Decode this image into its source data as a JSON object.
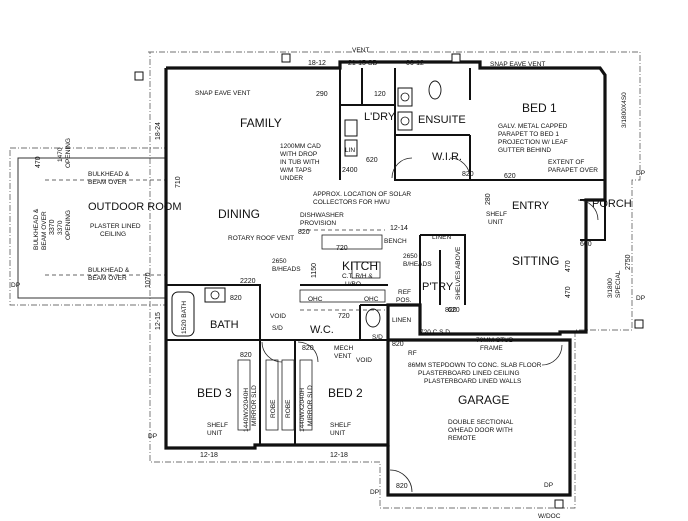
{
  "rooms": {
    "family": "FAMILY",
    "dining": "DINING",
    "kitch": "KITCH",
    "bed1": "BED 1",
    "ensuite": "ENSUITE",
    "ldry": "L'DRY",
    "wir": "W.I.R.",
    "entry": "ENTRY",
    "sitting": "SITTING",
    "porch": "PORCH",
    "outdoor_room": "OUTDOOR ROOM",
    "bath": "BATH",
    "bed3": "BED 3",
    "bed2": "BED 2",
    "wc": "W.C.",
    "ptry": "P'TRY",
    "garage": "GARAGE"
  },
  "notes": {
    "snap_eave_vent_left": "SNAP EAVE VENT",
    "snap_eave_vent_right": "SNAP EAVE VENT",
    "vent_top": "VENT",
    "parapet": [
      "GALV. METAL CAPPED",
      "PARAPET TO BED 1",
      "PROJECTION W/ LEAF",
      "GUTTER BEHIND"
    ],
    "extent_parapet": [
      "EXTENT OF",
      "PARAPET OVER"
    ],
    "cad": [
      "1200MM CAD",
      "WITH DROP",
      "IN TUB WITH",
      "W/M TAPS",
      "UNDER"
    ],
    "solar": [
      "APPROX. LOCATION OF SOLAR",
      "COLLECTORS FOR HWU"
    ],
    "dishwasher": [
      "DISHWASHER",
      "PROVISION"
    ],
    "rotary_vent": "ROTARY ROOF VENT",
    "bulkhead_top": [
      "BULKHEAD &",
      "BEAM OVER"
    ],
    "bulkhead_bottom": [
      "BULKHEAD &",
      "BEAM OVER"
    ],
    "plaster_ceiling": [
      "PLASTER LINED",
      "CEILING"
    ],
    "opening_3370": [
      "3370",
      "OPENING"
    ],
    "bulkhead_side": [
      "BULKHEAD &",
      "BEAM OVER"
    ],
    "opening_1470": [
      "1470",
      "OPENING"
    ],
    "bed_25db_left": [
      "2650",
      "B/HEADS"
    ],
    "bed_25db_right": [
      "2650",
      "B/HEADS"
    ],
    "ct_rh": [
      "C.T. R/H &",
      "U/BO"
    ],
    "shelves_above": "SHELVES ABOVE",
    "shelf_unit_entry": [
      "SHELF",
      "UNIT"
    ],
    "shelf_unit_bed3": [
      "SHELF",
      "UNIT"
    ],
    "shelf_unit_bed2": [
      "SHELF",
      "UNIT"
    ],
    "mirror_bed3": [
      "1440WX2040H",
      "MIRROR SLD"
    ],
    "mirror_bed2": [
      "1440WX2040H",
      "MIRROR SLD"
    ],
    "stud_frame": [
      "70MM STUD",
      "FRAME"
    ],
    "stepdown": [
      "86MM STEPDOWN TO CONC. SLAB FLOOR",
      "PLASTERBOARD LINED CEILING",
      "PLASTERBOARD LINED WALLS"
    ],
    "garage_door": [
      "DOUBLE SECTIONAL",
      "O/HEAD DOOR WITH",
      "REMOTE"
    ],
    "mech_vent": [
      "MECH",
      "VENT"
    ],
    "void_a": "VOID",
    "void_b": "VOID",
    "sd_a": "S/D",
    "sd_b": "S/D",
    "bench": "BENCH",
    "linen_a": "LINEN",
    "linen_b": "LINEN",
    "ref_pos": [
      "REF",
      "POS."
    ],
    "ohc_a": "OHC",
    "ohc_b": "OHC",
    "rf": "RF",
    "csd": "720 C.S.D.",
    "robe_a": "ROBE",
    "robe_b": "ROBE",
    "lin": "LIN",
    "bath_fixture": "1520 BATH",
    "dp_a": "DP",
    "dp_b": "DP",
    "dp_c": "DP",
    "dp_d": "DP",
    "dp_e": "DP",
    "dp_f": "DP",
    "wdoc": "W/DOC",
    "sill_spec": [
      "3/1800X4S0"
    ],
    "sill_spec_b": [
      "3/1800",
      "SPECIAL"
    ]
  },
  "dims": {
    "top_a": "18-12",
    "top_b": "21-15 SD",
    "top_c": "06-12",
    "n290": "290",
    "n120": "120",
    "n2400": "2400",
    "n820_a": "820",
    "n820_b": "820",
    "n820_c": "820",
    "n820_d": "820",
    "n820_e": "820",
    "n820_f": "820",
    "n820_g": "820",
    "n820_h": "820",
    "n720_a": "720",
    "n720_b": "720",
    "n620_a": "620",
    "n620_b": "620",
    "n620_c": "620",
    "n280": "280",
    "n600": "600",
    "n470_a": "470",
    "n470_b": "470",
    "n470_c": "470",
    "n1214": "12-14",
    "n1215": "12-15",
    "n1218_a": "12-18",
    "n1218_b": "12-18",
    "n1824": "18-24",
    "n2220": "2220",
    "n1150": "1150",
    "n710": "710",
    "n1070": "1070",
    "n2750": "2750",
    "n3370": "3370"
  }
}
